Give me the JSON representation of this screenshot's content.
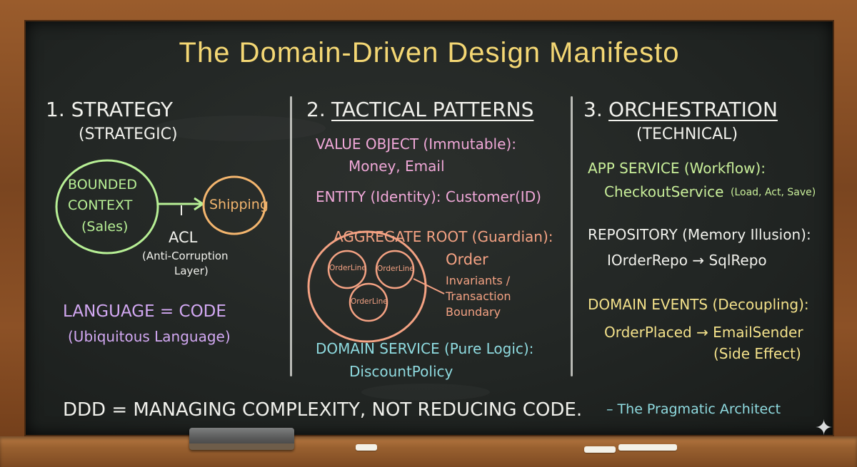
{
  "title": "The Domain-Driven Design Manifesto",
  "section1": {
    "heading": "1. STRATEGY",
    "subheading": "(STRATEGIC)",
    "context_line1": "BOUNDED",
    "context_line2": "CONTEXT",
    "context_line3": "(Sales)",
    "shipping": "Shipping",
    "acl": "ACL",
    "acl_desc1": "(Anti-Corruption",
    "acl_desc2": "Layer)",
    "language": "LANGUAGE = CODE",
    "language_sub": "(Ubiquitous Language)"
  },
  "section2": {
    "heading_num": "2.",
    "heading": "TACTICAL PATTERNS",
    "value_object": "VALUE OBJECT (Immutable):",
    "value_examples": "Money, Email",
    "entity": "ENTITY (Identity): Customer(ID)",
    "aggregate": "AGGREGATE ROOT (Guardian):",
    "order": "Order",
    "orderline_1": "OrderLine",
    "orderline_2": "OrderLine",
    "orderline_3": "OrderLine",
    "invariants1": "Invariants /",
    "invariants2": "Transaction",
    "invariants3": "Boundary",
    "domain_service": "DOMAIN SERVICE (Pure Logic):",
    "discount": "DiscountPolicy"
  },
  "section3": {
    "heading_num": "3.",
    "heading": "ORCHESTRATION",
    "subheading": "(TECHNICAL)",
    "app_service": "APP SERVICE (Workflow):",
    "checkout": "CheckoutService",
    "checkout_detail": "(Load, Act, Save)",
    "repository": "REPOSITORY (Memory Illusion):",
    "repo_example": "IOrderRepo → SqlRepo",
    "domain_events": "DOMAIN EVENTS (Decoupling):",
    "events_example": "OrderPlaced → EmailSender",
    "side_effect": "(Side Effect)"
  },
  "footer": {
    "motto": "DDD = MANAGING COMPLEXITY, NOT REDUCING CODE.",
    "attribution": "– The Pragmatic Architect"
  },
  "colors": {
    "title": "#f4d774",
    "chalk_white": "#f1f1ec",
    "pink": "#f0a8d8",
    "peach": "#f4a283",
    "cyan": "#8fdbe0",
    "lime": "#c9ef9a",
    "yellow": "#f3e18a",
    "violet": "#d2a8f2",
    "board": "#222624",
    "frame": "#8c5126"
  },
  "icons": {
    "sparkle": "sparkle-icon"
  }
}
